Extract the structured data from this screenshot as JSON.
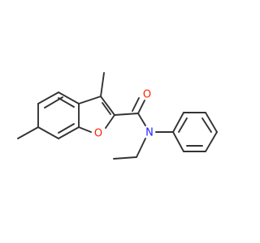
{
  "molecule": {
    "atoms": [
      {
        "id": "O1",
        "label": "O",
        "color": "#ff2200"
      },
      {
        "id": "O2",
        "label": "O",
        "color": "#ff2200"
      },
      {
        "id": "N1",
        "label": "N",
        "color": "#2020ff"
      }
    ],
    "bond_color": "#333333"
  }
}
